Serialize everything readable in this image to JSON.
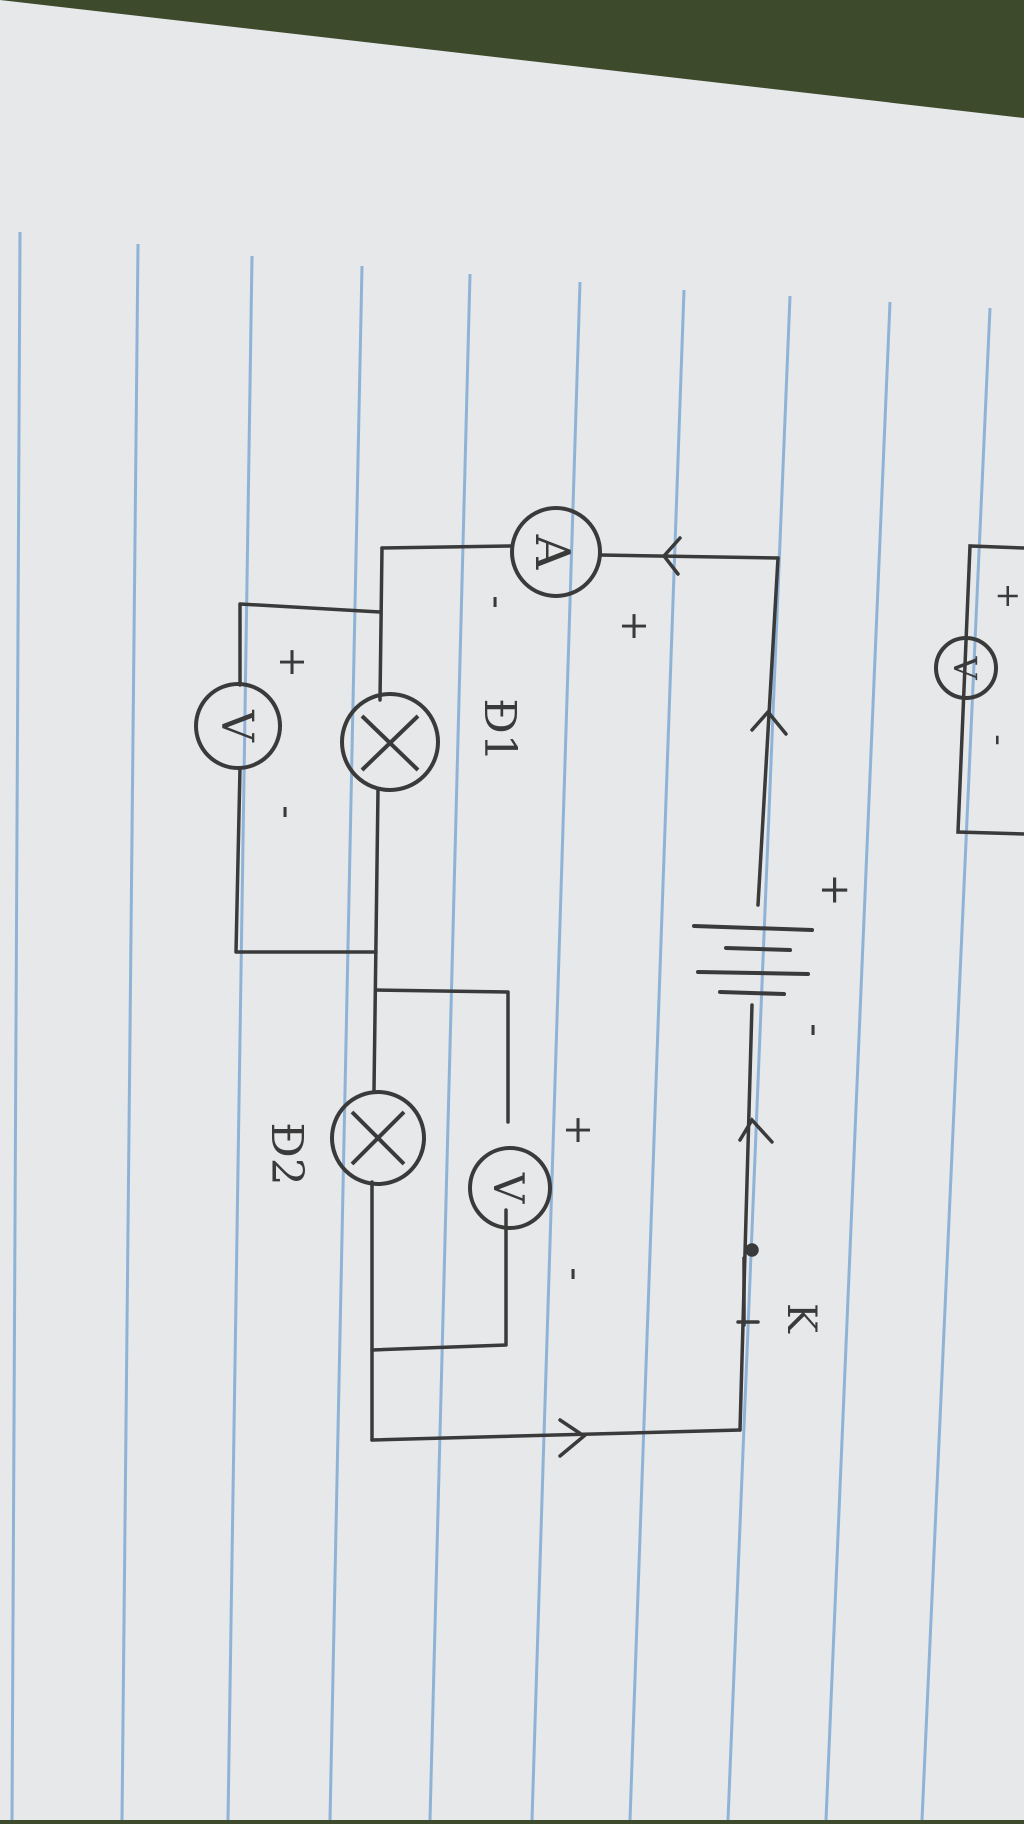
{
  "diagram": {
    "kind": "hand-drawn electric circuit on lined notebook paper (photo rotated)",
    "colors": {
      "paper": "#e6e8ea",
      "rule_line": "#8fb3d6",
      "ink": "#3a3a3a",
      "grass": "#3d4a2c"
    },
    "components": {
      "ammeter": {
        "symbol": "A",
        "plus": "+",
        "minus": "-"
      },
      "lamp_1": {
        "symbol": "X",
        "label": "Đ1"
      },
      "lamp_2": {
        "symbol": "X",
        "label": "Đ2"
      },
      "voltmeter_1": {
        "symbol": "V",
        "plus": "+",
        "minus": "-"
      },
      "voltmeter_2": {
        "symbol": "V",
        "plus": "+",
        "minus": "-"
      },
      "battery": {
        "plus": "+",
        "minus": "-"
      },
      "switch": {
        "label": "K"
      },
      "edge_voltmeter": {
        "symbol": "V",
        "plus": "+",
        "minus": "-"
      }
    }
  }
}
